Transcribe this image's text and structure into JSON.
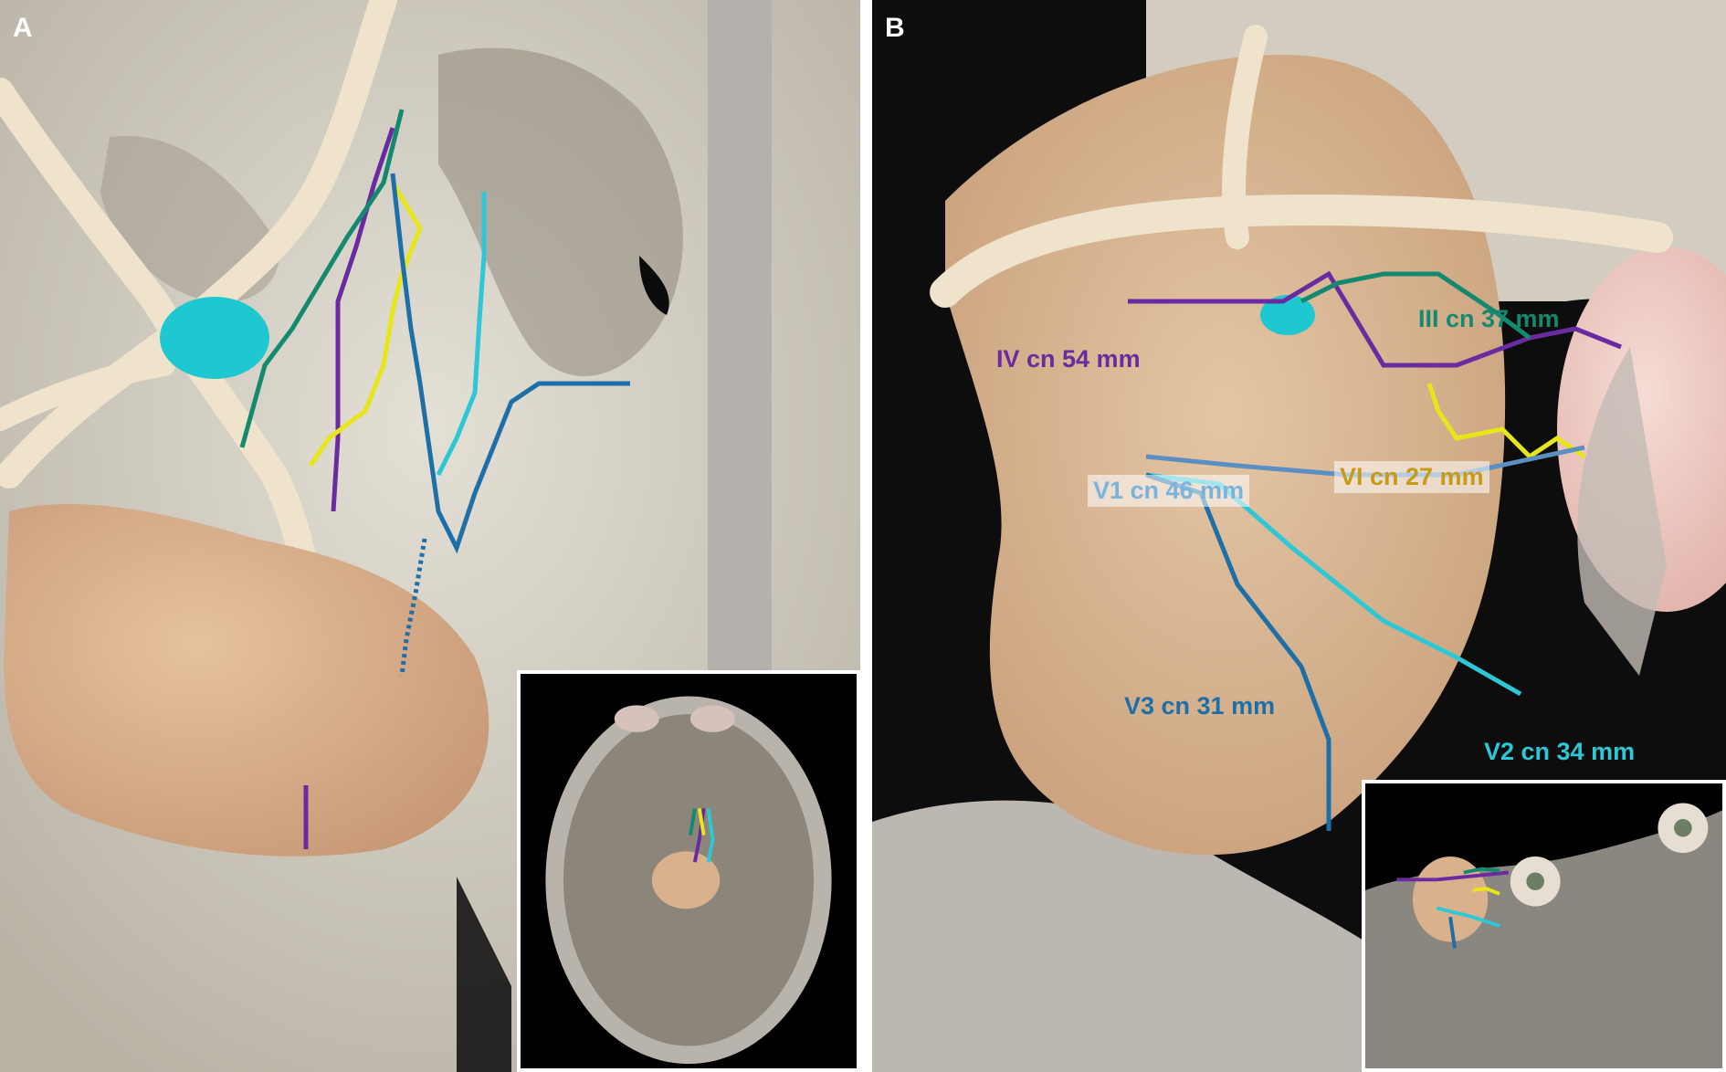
{
  "figure": {
    "panel_a": {
      "letter": "A"
    },
    "panel_b": {
      "letter": "B",
      "labels": {
        "cn3": "III cn 37 mm",
        "cn4": "IV cn 54 mm",
        "v1": "V1 cn 46 mm",
        "cn6": "VI cn 27 mm",
        "v3": "V3 cn 31 mm",
        "v2": "V2 cn 34 mm"
      }
    },
    "colors": {
      "cn3": "#138a6e",
      "cn4": "#6a2aa0",
      "cn6": "#e6e619",
      "cn6_label": "#c79a17",
      "v1": "#5a8fc2",
      "v2": "#2ec7d6",
      "v3": "#1d6fa8",
      "v1_label": "#7ab3dd",
      "cyan_structure": "#1ec8d0",
      "artery": "#efe3cc",
      "bone": "#d8d3c8",
      "tumor": "#d9b18d"
    }
  }
}
